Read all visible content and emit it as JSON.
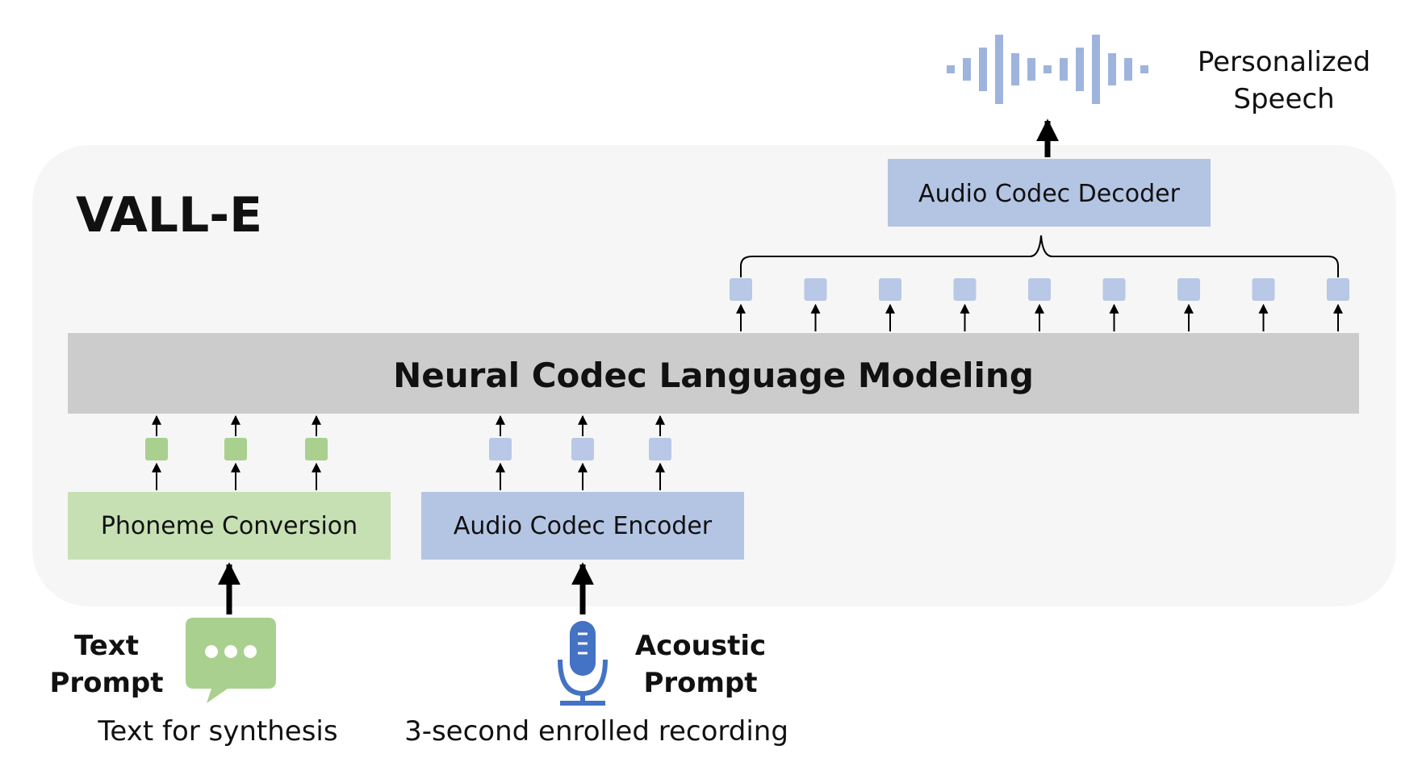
{
  "diagram": {
    "title": "VALL-E",
    "output": {
      "label_line1": "Personalized",
      "label_line2": "Speech"
    },
    "decoder": {
      "label": "Audio Codec Decoder"
    },
    "language_model": {
      "label": "Neural Codec Language Modeling"
    },
    "phoneme": {
      "label": "Phoneme Conversion"
    },
    "encoder": {
      "label": "Audio Codec Encoder"
    },
    "text_prompt": {
      "label_line1": "Text",
      "label_line2": "Prompt",
      "caption": "Text for synthesis",
      "icon": "speech-bubble-icon"
    },
    "acoustic_prompt": {
      "label_line1": "Acoustic",
      "label_line2": "Prompt",
      "caption": "3-second enrolled recording",
      "icon": "microphone-icon"
    },
    "waveform_icon": "waveform-icon",
    "token_counts": {
      "output_tokens": 9,
      "phoneme_tokens": 3,
      "acoustic_tokens": 3
    },
    "colors": {
      "container_bg": "#f6f6f6",
      "blue_block": "#b4c5e4",
      "blue_token": "#b8c8e6",
      "green_block": "#c6e0b4",
      "green_token": "#a9d08e",
      "gray_block": "#cccccc",
      "mic_blue": "#4472c4",
      "wave_blue": "#9fb4dd",
      "arrow": "#000000"
    }
  }
}
